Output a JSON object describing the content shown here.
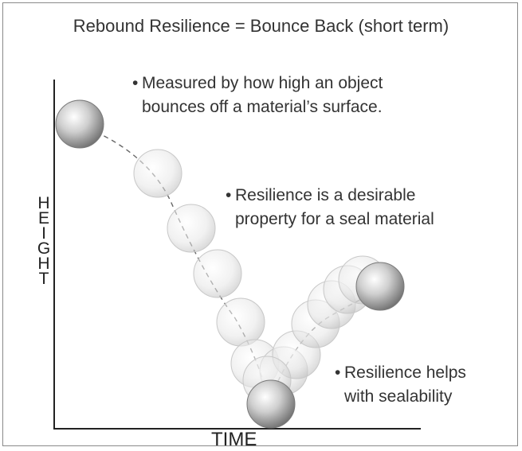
{
  "title": "Rebound Resilience = Bounce Back (short term)",
  "bullets": [
    {
      "line1": "Measured by how high an object",
      "line2": "bounces off a material’s surface."
    },
    {
      "line1": "Resilience is a desirable",
      "line2": "property for a seal material"
    },
    {
      "line1": "Resilience helps",
      "line2": "with sealability"
    }
  ],
  "axes": {
    "y_label": "HEIGHT",
    "x_label": "TIME"
  },
  "bullet_symbol": "•",
  "colors": {
    "ball_solid": "#9a9a9a",
    "ball_ghost": "#dcdcdc",
    "axis": "#222222",
    "path": "#666666"
  }
}
